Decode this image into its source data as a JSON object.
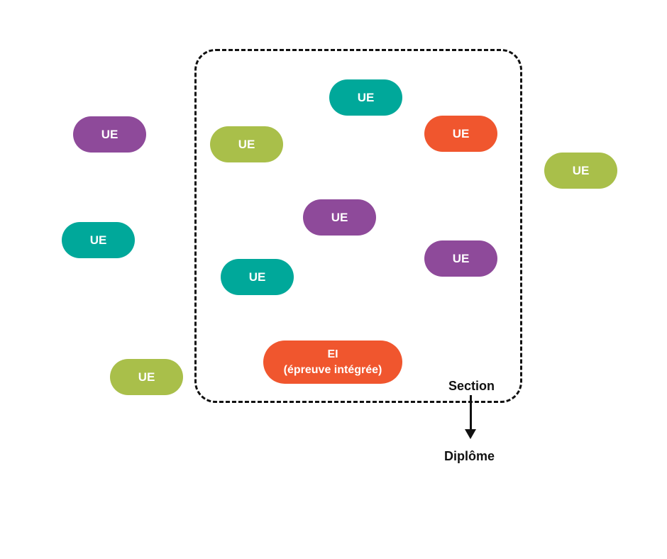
{
  "colors": {
    "purple": "#8e4a9a",
    "teal": "#00a89a",
    "green": "#a9bf4a",
    "orange": "#f0562e",
    "outline": "#111111"
  },
  "units": {
    "outside_purple_left": "UE",
    "outside_teal_left": "UE",
    "outside_green_bottom_left": "UE",
    "outside_green_right": "UE",
    "inside_teal_top": "UE",
    "inside_green_top_left": "UE",
    "inside_orange_top_right": "UE",
    "inside_purple_center": "UE",
    "inside_purple_right": "UE",
    "inside_teal_bottom_left": "UE"
  },
  "ei": {
    "line1": "EI",
    "line2": "(épreuve intégrée)"
  },
  "section_label": "Section",
  "diploma_label": "Diplôme"
}
